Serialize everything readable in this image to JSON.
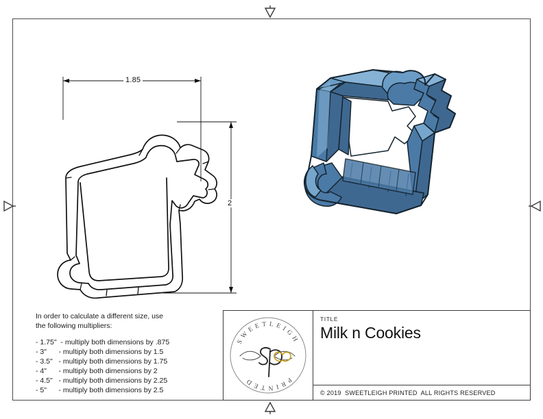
{
  "sheet": {
    "registration_marks": [
      "triangle-down",
      "triangle-up",
      "triangle-right",
      "triangle-left"
    ]
  },
  "dimensions": {
    "width_label": "1.85",
    "height_label": "2"
  },
  "instructions": {
    "intro_line_1": "In order to calculate a different size, use",
    "intro_line_2": "the following multipliers:",
    "multipliers": [
      "- 1.75\"  - multiply both dimensions by .875",
      "- 3\"      - multiply both dimensions by 1.5",
      "- 3.5\"   - multiply both dimensions by 1.75",
      "- 4\"      - multiply both dimensions by 2",
      "- 4.5\"   - multiply both dimensions by 2.25",
      "- 5\"      - multiply both dimensions by 2.5"
    ]
  },
  "title_block": {
    "title_label": "TITLE",
    "title_value": "Milk n Cookies",
    "copyright": "© 2019  SWEETLEIGH PRINTED  ALL RIGHTS RESERVED",
    "logo": {
      "top_arc_text": "SWEETLEIGH",
      "bottom_arc_text": "PRINTED",
      "monogram": "sp",
      "heart_color": "#c9a227"
    }
  },
  "render": {
    "model_name": "milk-n-cookies-cookie-cutter",
    "colors": {
      "base": "#3f6891",
      "dark": "#2d4e71",
      "mid": "#4b7aa6",
      "light": "#6b9cc6",
      "highlight": "#86b2d6",
      "outline": "#14242f"
    }
  },
  "outline": {
    "shape_name": "milk-glass-and-cookie-outline",
    "stroke": "#111111"
  }
}
